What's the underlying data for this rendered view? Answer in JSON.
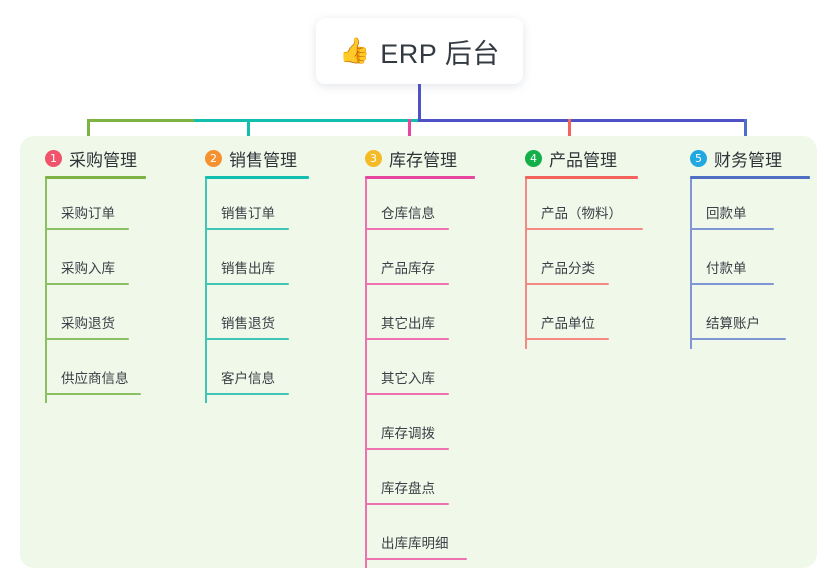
{
  "root": {
    "icon": "thumbs-up-icon",
    "emoji": "👍",
    "title": "ERP 后台"
  },
  "palette": {
    "panel_bg": "#eff8e9",
    "page_bg": "#ffffff",
    "stem_blue": "#4f52c4",
    "branch_green": "#7cb342",
    "branch_teal": "#12bfae",
    "branch_magenta": "#e6469e",
    "branch_salmon": "#f4625c",
    "branch_blue": "#4f6fc4"
  },
  "columns": [
    {
      "index": "1",
      "badge_color": "#f0536a",
      "rule_color": "#7cb342",
      "line_color": "#8dc063",
      "title": "采购管理",
      "items": [
        "采购订单",
        "采购入库",
        "采购退货",
        "供应商信息"
      ]
    },
    {
      "index": "2",
      "badge_color": "#f5912f",
      "rule_color": "#12bfae",
      "line_color": "#3fc6b6",
      "title": "销售管理",
      "items": [
        "销售订单",
        "销售出库",
        "销售退货",
        "客户信息"
      ]
    },
    {
      "index": "3",
      "badge_color": "#f5bb26",
      "rule_color": "#e6469e",
      "line_color": "#ef72b0",
      "title": "库存管理",
      "items": [
        "仓库信息",
        "产品库存",
        "其它出库",
        "其它入库",
        "库存调拨",
        "库存盘点",
        "出库库明细"
      ]
    },
    {
      "index": "4",
      "badge_color": "#13b04a",
      "rule_color": "#f4625c",
      "line_color": "#f58a84",
      "title": "产品管理",
      "items": [
        "产品（物料）",
        "产品分类",
        "产品单位"
      ]
    },
    {
      "index": "5",
      "badge_color": "#21a8e0",
      "rule_color": "#4f6fc4",
      "line_color": "#7f97d4",
      "title": "财务管理",
      "items": [
        "回款单",
        "付款单",
        "结算账户"
      ]
    }
  ]
}
